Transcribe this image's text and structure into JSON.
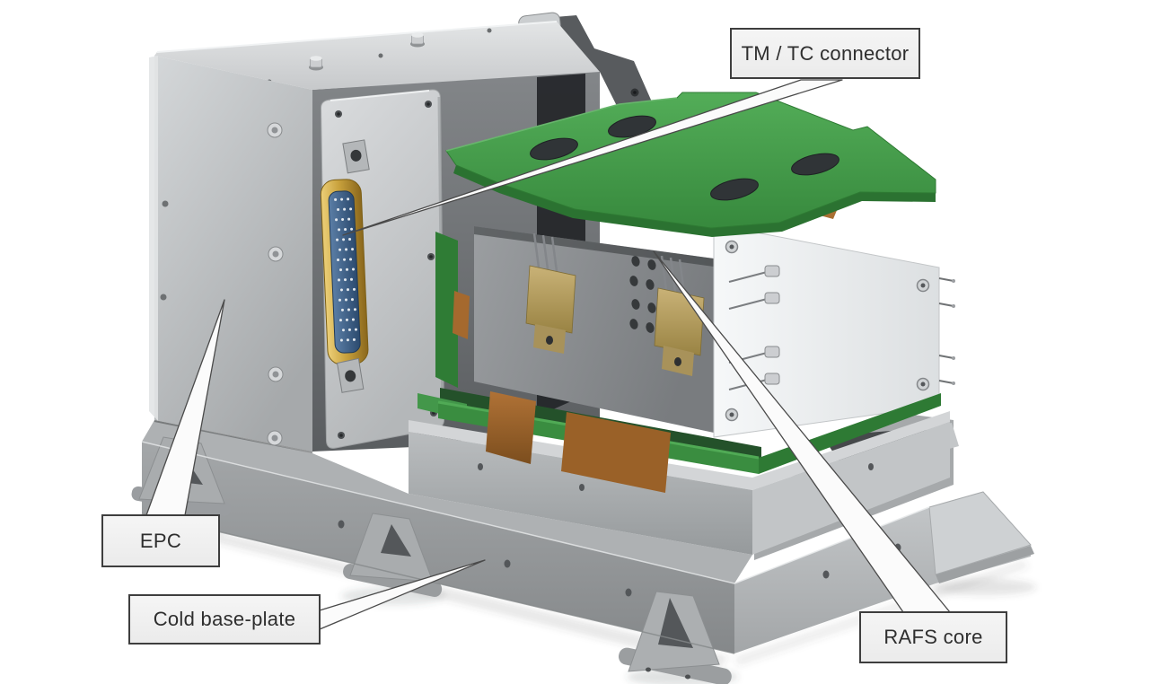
{
  "figure": {
    "title": "RAFS assembly callout illustration",
    "background_color": "#ffffff",
    "callouts": [
      {
        "id": "tm-tc-connector",
        "label": "TM / TC connector"
      },
      {
        "id": "epc",
        "label": "EPC"
      },
      {
        "id": "cold-base-plate",
        "label": "Cold base-plate"
      },
      {
        "id": "rafs-core",
        "label": "RAFS core"
      }
    ],
    "label_box_style": {
      "fill": "#f2f2f2",
      "border_color": "#3e3e3e",
      "text_color": "#2e2e2e"
    },
    "palette": {
      "chassis_gray": "#c0c3c5",
      "recess_dark_gray": "#5f6265",
      "pcb_green": "#44a04a",
      "pcb_edge_green": "#2b7231",
      "connector_gold": "#c9a23d",
      "connector_insert_blue": "#3a5f8a",
      "copper_flex": "#a5692e",
      "core_cover_white": "#eef1f3",
      "base_plate_gray": "#a2a5a7"
    }
  }
}
